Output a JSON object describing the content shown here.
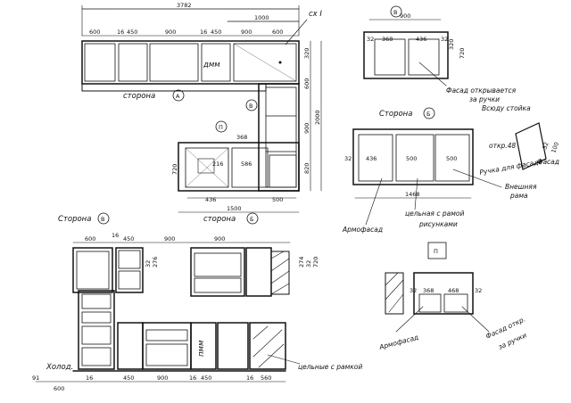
{
  "plan": {
    "overall": "3782",
    "top_right": "1000",
    "section_mark": "сх I",
    "top_segments": [
      "600",
      "16",
      "450",
      "900",
      "16",
      "450",
      "900",
      "600"
    ],
    "dmm": "дмм",
    "side_a": "сторона",
    "circle_a": "А",
    "circle_b": "В",
    "right_dims": [
      "320",
      "600",
      "900",
      "2000",
      "820"
    ],
    "lower_dims": [
      "368",
      "586",
      "216",
      "436",
      "500"
    ],
    "lower_left": [
      "720",
      "1500"
    ],
    "bottom_overall": "1500",
    "circle_p": "П",
    "side_b": "сторона",
    "circle_side_b": "Б"
  },
  "view_b_top": {
    "title": "В",
    "dims": [
      "900",
      "32",
      "368",
      "436",
      "32"
    ],
    "side_dims": [
      "320",
      "720"
    ],
    "note_1": "Фасад открывается",
    "note_2": "за ручки",
    "note_3": "Всюду стойка"
  },
  "view_side_b": {
    "title": "Сторона",
    "circle": "Б",
    "dims": [
      "32",
      "436",
      "500",
      "500"
    ],
    "bottom_dim": "1468",
    "side_labels": [
      "32",
      "100"
    ],
    "note_hinge": "откр.48",
    "note_cover": "Фасад",
    "note_frame_1": "Внешняя",
    "note_frame_2": "рама",
    "note_handle": "Ручка для фасада",
    "note_armocase": "Армофасад",
    "note_bottom_1": "цельная с рамой",
    "note_bottom_2": "рисунками"
  },
  "view_v": {
    "title": "Сторона",
    "circle": "В",
    "top_dims": [
      "600",
      "16",
      "450",
      "900",
      "900"
    ],
    "vert_dims": [
      "32",
      "276",
      "274",
      "32",
      "720"
    ],
    "bottom_dims": [
      "91",
      "600",
      "16",
      "450",
      "900",
      "16",
      "450",
      "16",
      "560"
    ],
    "left_label": "Холод.",
    "dmm": "пмм",
    "note_frame": "цельные с рамкой"
  },
  "view_p": {
    "title": "П",
    "dims": [
      "32",
      "368",
      "468",
      "32"
    ],
    "note_armo": "Армофасад",
    "note_facade_1": "Фасад откр.",
    "note_facade_2": "за ручки"
  }
}
